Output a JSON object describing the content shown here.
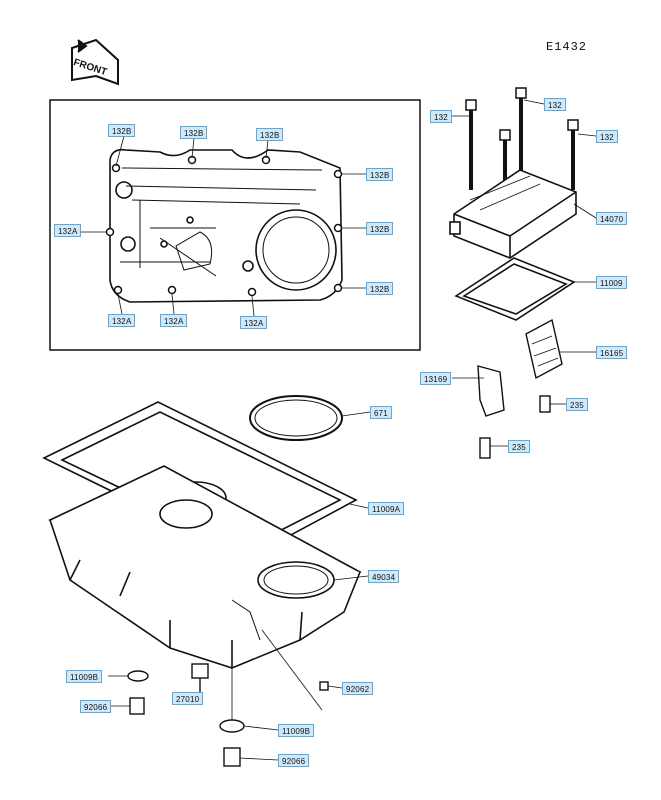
{
  "diagram_code": "E1432",
  "front_label": "FRONT",
  "callouts": {
    "c_132b_1": "132B",
    "c_132b_2": "132B",
    "c_132b_3": "132B",
    "c_132b_4": "132B",
    "c_132b_5": "132B",
    "c_132b_6": "132B",
    "c_132a_1": "132A",
    "c_132a_2": "132A",
    "c_132a_3": "132A",
    "c_132a_4": "132A",
    "c_132_1": "132",
    "c_132_2": "132",
    "c_132_3": "132",
    "c_14070": "14070",
    "c_11009": "11009",
    "c_16165": "16165",
    "c_13169": "13169",
    "c_235_1": "235",
    "c_235_2": "235",
    "c_671": "671",
    "c_11009a": "11009A",
    "c_49034": "49034",
    "c_11009b_1": "11009B",
    "c_92066_1": "92066",
    "c_27010": "27010",
    "c_92062": "92062",
    "c_11009b_2": "11009B",
    "c_92066_2": "92066"
  }
}
